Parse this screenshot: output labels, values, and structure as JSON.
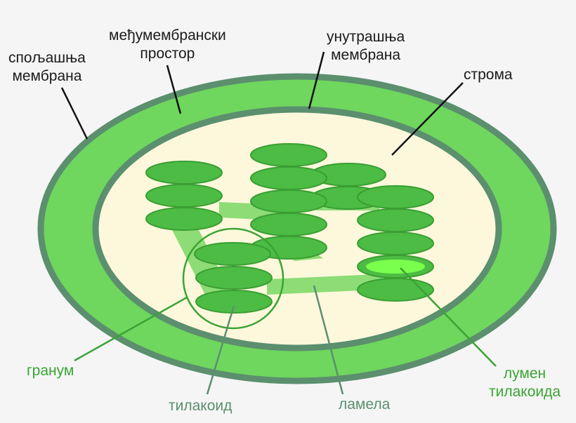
{
  "labels": {
    "outer_membrane": [
      "спољашња",
      "мембрана"
    ],
    "intermembrane_space": [
      "међумембрански",
      "простор"
    ],
    "inner_membrane": [
      "унутрашња",
      "мембрана"
    ],
    "stroma": "строма",
    "granum": "гранум",
    "thylakoid": "тилакоид",
    "lamella": "ламела",
    "thylakoid_lumen": [
      "лумен",
      "тилакоида"
    ]
  },
  "colors": {
    "background": "#f5f5f5",
    "outer_ring": "#6fd65e",
    "membrane_stroke": "#5b8f6e",
    "stroma_fill": "#fdf8dc",
    "thylakoid_fill": "#4cbc44",
    "thylakoid_stroke": "#3a9e33",
    "lamella_fill": "#8ddc76",
    "lumen_fill": "#7aff4c",
    "label_dark": "#1a1a1a",
    "label_green": "#3aa335",
    "label_sage": "#5b8f6e"
  }
}
